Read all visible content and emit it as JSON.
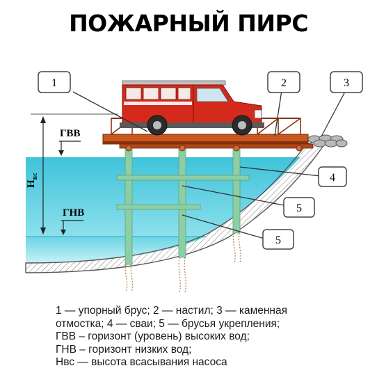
{
  "title": "ПОЖАРНЫЙ ПИРС",
  "callouts": [
    "1",
    "2",
    "3",
    "4",
    "5",
    "5"
  ],
  "levels": {
    "high_water": "ГВВ",
    "low_water": "ГНВ",
    "suction_height": "Н",
    "suction_height_sub": "вс"
  },
  "legend": [
    "1 — упорный брус; 2 — настил; 3 — каменная",
    "отмостка; 4 — сваи; 5 — брусья укрепления;",
    "ГВВ – горизонт (уровень) высоких вод;",
    "ГНВ – горизонт низких вод;",
    "Нвс — высота всасывания насоса"
  ],
  "colors": {
    "water_top": "#43c6dc",
    "water_low": "#8fe3ee",
    "deck": "#c9581f",
    "truck": "#d42a1c",
    "pile": "#86c9a0"
  }
}
